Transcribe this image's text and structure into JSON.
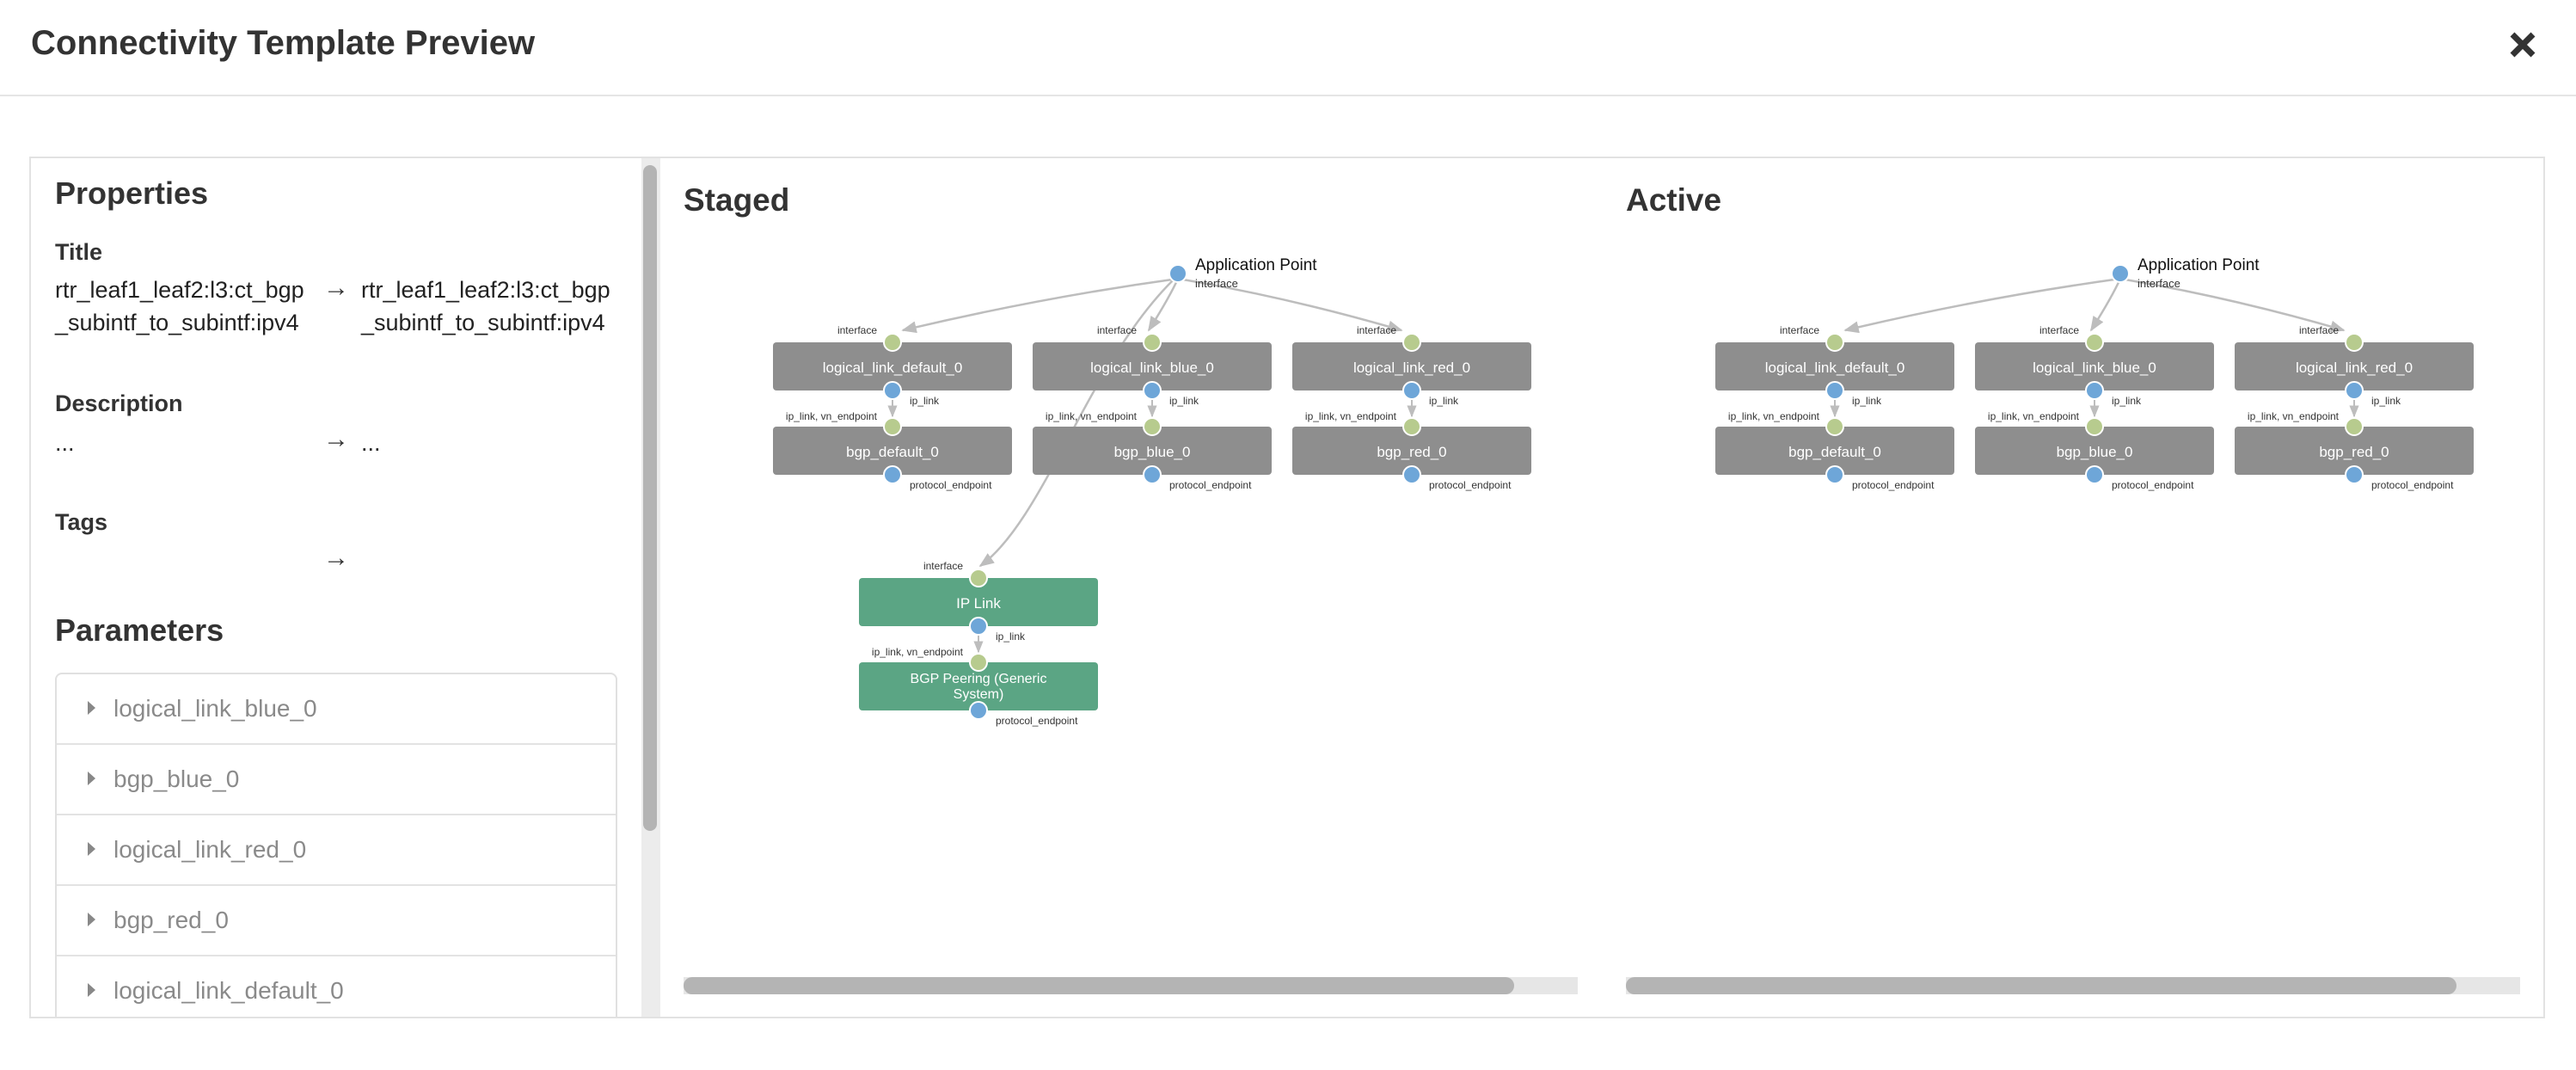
{
  "modal": {
    "title": "Connectivity Template Preview",
    "close_icon": "close-icon"
  },
  "properties": {
    "heading": "Properties",
    "title_label": "Title",
    "title_old_line1": "rtr_leaf1_leaf2:l3:ct_bgp",
    "title_old_line2": "_subintf_to_subintf:ipv4",
    "title_new_line1": "rtr_leaf1_leaf2:l3:ct_bgp",
    "title_new_line2": "_subintf_to_subintf:ipv4",
    "description_label": "Description",
    "description_old": "...",
    "description_new": "...",
    "tags_label": "Tags",
    "arrow": "→"
  },
  "parameters": {
    "heading": "Parameters",
    "items": [
      "logical_link_blue_0",
      "bgp_blue_0",
      "logical_link_red_0",
      "bgp_red_0",
      "logical_link_default_0"
    ]
  },
  "staged": {
    "title": "Staged",
    "app_point": {
      "label": "Application Point",
      "port": "interface"
    },
    "columns": [
      {
        "link": "logical_link_default_0",
        "bgp": "bgp_default_0"
      },
      {
        "link": "logical_link_blue_0",
        "bgp": "bgp_blue_0"
      },
      {
        "link": "logical_link_red_0",
        "bgp": "bgp_red_0"
      }
    ],
    "extra": {
      "link": "IP Link",
      "bgp_line1": "BGP Peering (Generic",
      "bgp_line2": "System)"
    },
    "ports": {
      "interface": "interface",
      "ip_link": "ip_link",
      "ip_link_vn": "ip_link, vn_endpoint",
      "protocol": "protocol_endpoint"
    }
  },
  "active": {
    "title": "Active",
    "app_point": {
      "label": "Application Point",
      "port": "interface"
    },
    "columns": [
      {
        "link": "logical_link_default_0",
        "bgp": "bgp_default_0"
      },
      {
        "link": "logical_link_blue_0",
        "bgp": "bgp_blue_0"
      },
      {
        "link": "logical_link_red_0",
        "bgp": "bgp_red_0"
      }
    ],
    "ports": {
      "interface": "interface",
      "ip_link": "ip_link",
      "ip_link_vn": "ip_link, vn_endpoint",
      "protocol": "protocol_endpoint"
    }
  },
  "colors": {
    "node_grey": "#8e8e8e",
    "node_green": "#5ba584",
    "port_blue": "#6ea6d8",
    "port_green": "#b7cb8e",
    "edge": "#bdbdbd"
  }
}
